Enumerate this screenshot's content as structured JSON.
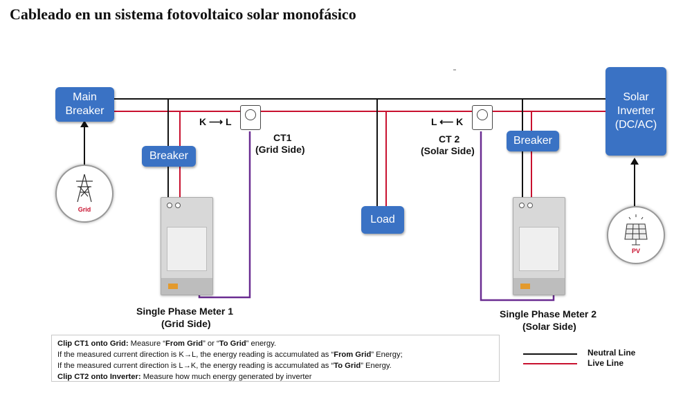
{
  "title": "Cableado en un sistema fotovoltaico solar monofásico",
  "boxes": {
    "main_breaker": "Main\nBreaker",
    "breaker1": "Breaker",
    "breaker2": "Breaker",
    "load": "Load",
    "inverter": "Solar\nInverter\n(DC/AC)"
  },
  "icons": {
    "grid": "Grid",
    "pv": "PV"
  },
  "ct1": {
    "direction": "K ⟶ L",
    "name": "CT1",
    "side": "(Grid Side)"
  },
  "ct2": {
    "direction": "L ⟵ K",
    "name": "CT 2",
    "side": "(Solar Side)"
  },
  "meter1": {
    "name": "Single Phase Meter 1",
    "side": "(Grid Side)"
  },
  "meter2": {
    "name": "Single Phase Meter 2",
    "side": "(Solar Side)"
  },
  "note": {
    "l1_bold": "Clip CT1 onto Grid:",
    "l1_a": " Measure “",
    "l1_b": "From Grid",
    "l1_c": "” or “",
    "l1_d": "To Grid",
    "l1_e": "” energy.",
    "l2_a": "If the measured current direction is K→L, the energy reading is accumulated as “",
    "l2_b": "From Grid",
    "l2_c": "” Energy;",
    "l3_a": "If the measured current direction is L→K, the energy reading is accumulated as “",
    "l3_b": "To Grid",
    "l3_c": "” Energy.",
    "l4_bold": "Clip CT2 onto Inverter:",
    "l4_a": " Measure how much energy generated by inverter"
  },
  "legend": {
    "neutral": "Neutral Line",
    "live": "Live Line",
    "neutral_color": "#111111",
    "live_color": "#c8102e"
  },
  "colors": {
    "box": "#3a72c4",
    "ct_wire": "#6a2c91"
  }
}
